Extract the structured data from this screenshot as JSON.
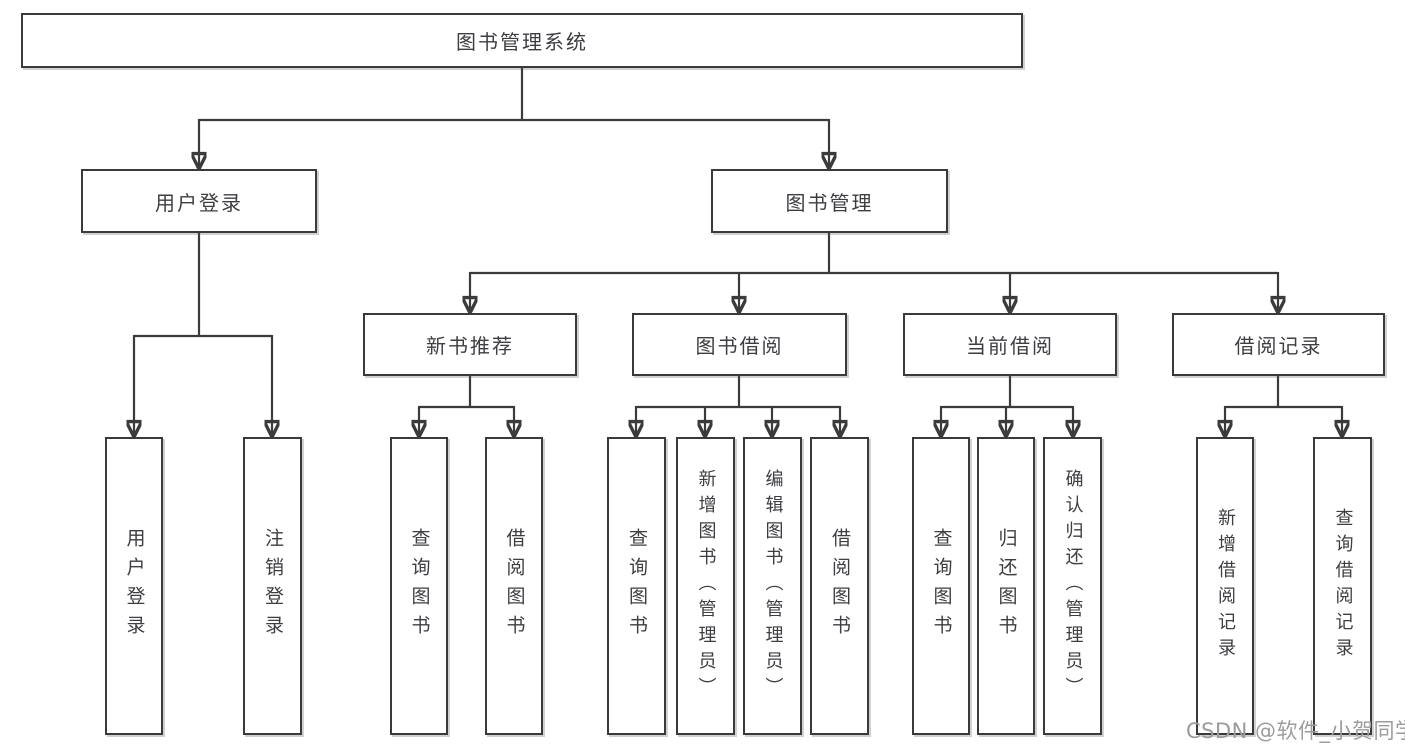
{
  "root": {
    "label": "图书管理系统"
  },
  "level2": {
    "user_login": {
      "label": "用户登录"
    },
    "book_management": {
      "label": "图书管理"
    }
  },
  "level3": {
    "new_book": {
      "label": "新书推荐"
    },
    "borrow": {
      "label": "图书借阅"
    },
    "current": {
      "label": "当前借阅"
    },
    "records": {
      "label": "借阅记录"
    }
  },
  "leaves": {
    "user_login": [
      "用户登录",
      "注销登录"
    ],
    "new_book": [
      "查询图书",
      "借阅图书"
    ],
    "borrow": [
      "查询图书",
      "新增图书（管理员）",
      "编辑图书（管理员）",
      "借阅图书"
    ],
    "current": [
      "查询图书",
      "归还图书",
      "确认归还（管理员）"
    ],
    "records": [
      "新增借阅记录",
      "查询借阅记录"
    ]
  },
  "watermark": {
    "text": "CSDN @软件_小贺同学"
  },
  "colors": {
    "line": "#3b3b3b",
    "text": "#3c3e42",
    "box_border": "#3a3a3a",
    "background": "#ffffff",
    "watermark": "#9c9c9c"
  }
}
